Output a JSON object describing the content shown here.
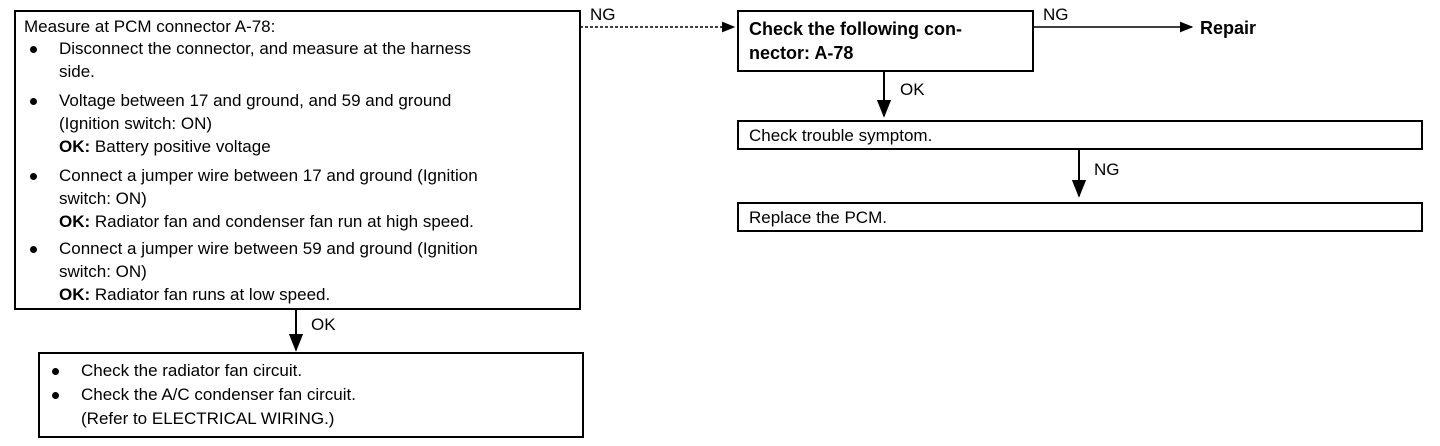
{
  "box_measure": {
    "title": "Measure at PCM connector A-78:",
    "item1": {
      "l1": "Disconnect the connector, and measure at the harness",
      "l2": "side."
    },
    "item2": {
      "l1": "Voltage between 17 and ground, and 59 and ground",
      "l2": "(Ignition switch: ON)",
      "ok_key": "OK:",
      "ok_val": "Battery positive voltage"
    },
    "item3": {
      "l1": "Connect a jumper wire between 17 and ground (Ignition",
      "l2": "switch: ON)",
      "ok_key": "OK:",
      "ok_val": "Radiator fan and condenser fan run at high speed."
    },
    "item4": {
      "l1": "Connect a jumper wire between 59 and ground (Ignition",
      "l2": "switch: ON)",
      "ok_key": "OK:",
      "ok_val": "Radiator fan runs at low speed."
    }
  },
  "box_circuit": {
    "item1": "Check the radiator fan circuit.",
    "item2": "Check the A/C condenser fan circuit.",
    "note": "(Refer to ELECTRICAL WIRING.)"
  },
  "box_connector": {
    "l1": "Check the following con-",
    "l2": "nector: A-78"
  },
  "box_symptom": {
    "text": "Check trouble symptom."
  },
  "box_replace": {
    "text": "Replace the PCM."
  },
  "terminal_repair": "Repair",
  "labels": {
    "ng_measure_to_connector": "NG",
    "ok_measure_to_circuit": "OK",
    "ng_connector_to_repair": "NG",
    "ok_connector_to_symptom": "OK",
    "ng_symptom_to_replace": "NG"
  }
}
